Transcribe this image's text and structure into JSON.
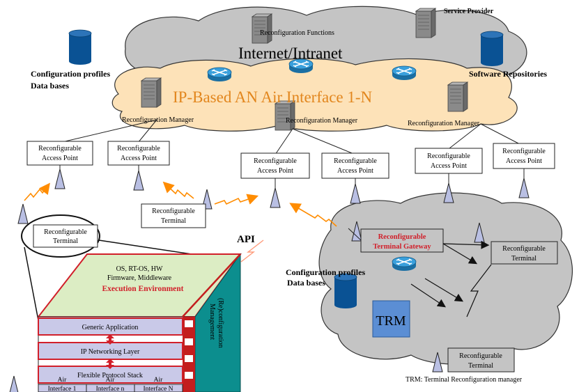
{
  "colors": {
    "cloud_gray": "#c4c4c4",
    "cloud_peach": "#fde2b8",
    "cloud_edge": "#333333",
    "db_blue": "#0a5294",
    "router_blue": "#2f8fc8",
    "server_gray": "#8a8a8a",
    "orange_text": "#e2861d",
    "red_text": "#d11f2a",
    "arrow_orange": "#ff8c00",
    "platform_green": "#dcedc4",
    "layer_purple": "#c9c9e8",
    "side_teal": "#0c8e8e",
    "trm_blue": "#5b8ed4"
  },
  "top": {
    "service_provider": "Service Provider",
    "reconfig_functions": "Reconfiguration Functions",
    "internet": "Internet/Intranet",
    "config_profiles_line1": "Configuration profiles",
    "config_profiles_line2": "Data bases",
    "software_repositories": "Software Repositories",
    "ip_based": "IP-Based AN  Air Interface 1-N",
    "reconfig_manager": "Reconfiguration  Manager"
  },
  "access_point": {
    "line1": "Reconfigurable",
    "line2": "Access Point"
  },
  "terminal": {
    "line1": "Reconfigurable",
    "line2": "Terminal"
  },
  "api": "API",
  "platform": {
    "top_line1": "OS, RT-OS, HW",
    "top_line2": "Firmware, Middleware",
    "exec_env": "Execution Environment",
    "layers": [
      "Generic Application",
      "IP Networking Layer",
      "Flexible Protocol Stack"
    ],
    "air": [
      {
        "line1": "Air",
        "line2": "Interface 1"
      },
      {
        "line1": "Air",
        "line2": "Interface n"
      },
      {
        "line1": "Air",
        "line2": "Interface N"
      }
    ],
    "side_line1": "(Re)configuration",
    "side_line2": "Management"
  },
  "right_cloud": {
    "gateway_line1": "Reconfigurable",
    "gateway_line2": "Terminal Gateway",
    "config_line1": "Configuration profiles",
    "config_line2": "Data bases",
    "trm": "TRM"
  },
  "footnote": "TRM: Terminal Reconfiguration manager"
}
